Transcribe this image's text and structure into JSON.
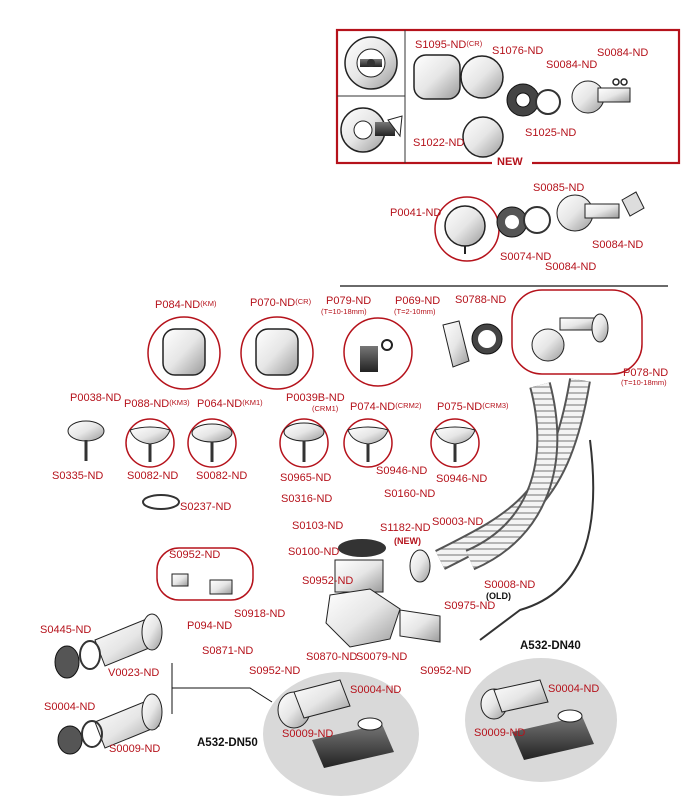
{
  "new_box": {
    "label": "NEW",
    "parts": [
      "S1095-ND",
      "S1076-ND",
      "S0084-ND",
      "S0084-ND",
      "S1022-ND",
      "S1025-ND"
    ],
    "suffix_cr": "(CR)"
  },
  "waste_group": {
    "parts": [
      "P0041-ND",
      "S0085-ND",
      "S0074-ND",
      "S0084-ND",
      "S0084-ND"
    ]
  },
  "overflow_row": {
    "parts": [
      "P084-ND",
      "P070-ND",
      "P079-ND",
      "P069-ND",
      "S0788-ND",
      "P078-ND"
    ],
    "suffixes": {
      "km": "(KM)",
      "cr": "(CR)"
    },
    "notes": {
      "p079": "(T=10-18mm)",
      "p069": "(T=2-10mm)",
      "p078": "(T=10-18mm)"
    }
  },
  "plug_row": {
    "parts": [
      "P0038-ND",
      "P088-ND",
      "P064-ND",
      "P0039B-ND",
      "P074-ND",
      "P075-ND"
    ],
    "suffixes": {
      "km3": "(KM3)",
      "km1": "(KM1)",
      "crm1": "(CRM1)",
      "crm2": "(CRM2)",
      "crm3": "(CRM3)"
    },
    "stems": [
      "S0335-ND",
      "S0082-ND",
      "S0082-ND",
      "S0965-ND",
      "S0946-ND",
      "S0946-ND"
    ]
  },
  "body_parts": {
    "parts": [
      "S0237-ND",
      "S0316-ND",
      "S0160-ND",
      "S0103-ND",
      "S1182-ND",
      "S0003-ND",
      "S0100-ND",
      "S0952-ND",
      "S0008-ND",
      "S0975-ND",
      "S0918-ND",
      "S0871-ND",
      "S0870-ND",
      "S0079-ND",
      "S0952-ND",
      "S0952-ND",
      "S0952-ND",
      "P094-ND"
    ],
    "new_tag": "(NEW)",
    "old_tag": "(OLD)"
  },
  "trap_parts": {
    "parts": [
      "S0445-ND",
      "V0023-ND",
      "S0004-ND",
      "S0009-ND"
    ]
  },
  "kits": [
    {
      "name": "A532-DN50",
      "parts": [
        "S0004-ND",
        "S0009-ND"
      ]
    },
    {
      "name": "A532-DN40",
      "parts": [
        "S0004-ND",
        "S0009-ND"
      ]
    }
  ],
  "colors": {
    "label": "#b5121b",
    "frame": "#b5121b",
    "ink": "#1a1a1a",
    "ellipse": "#d9d9d9"
  }
}
